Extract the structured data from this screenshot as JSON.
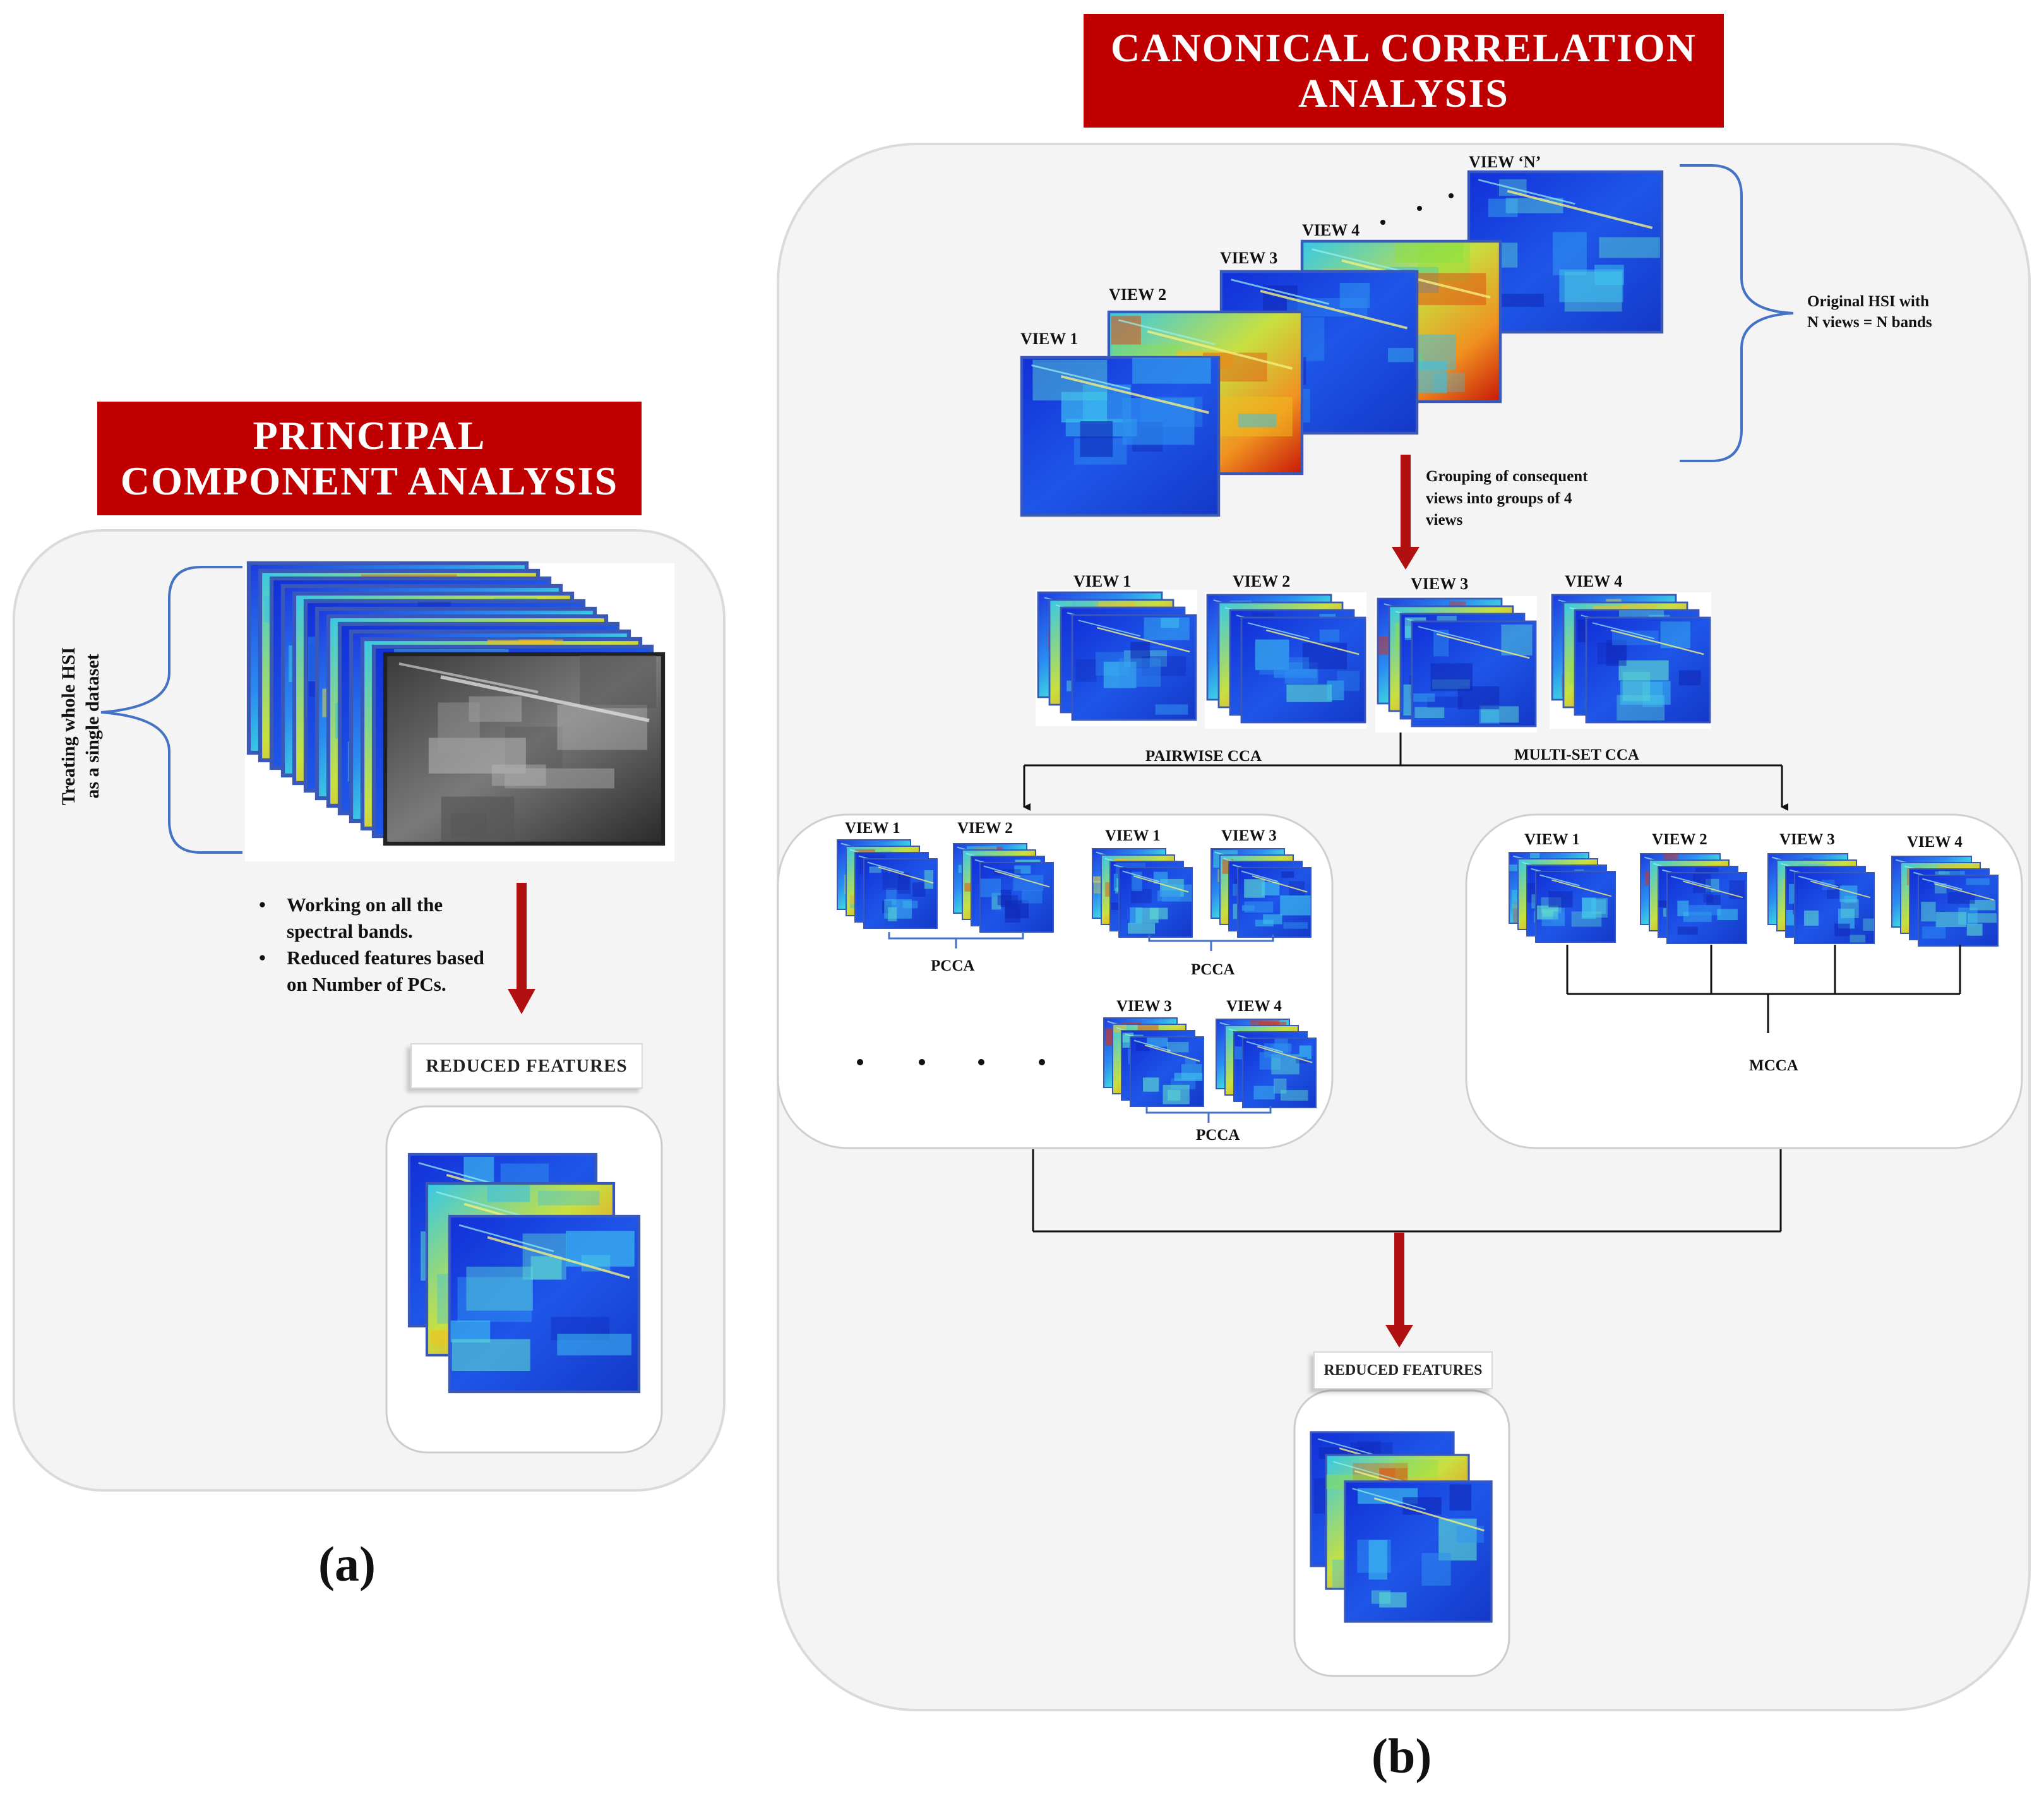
{
  "panel_a": {
    "title_line1": "PRINCIPAL",
    "title_line2": "COMPONENT ANALYSIS",
    "side_label_line1": "Treating whole HSI",
    "side_label_line2": "as a single dataset",
    "bullets": [
      {
        "line1": "Working on all the",
        "line2": "spectral bands."
      },
      {
        "line1": "Reduced features based",
        "line2": "on Number of PCs."
      }
    ],
    "reduced_label": "REDUCED FEATURES",
    "caption": "(a)"
  },
  "panel_b": {
    "title_line1": "CANONICAL CORRELATION",
    "title_line2": "ANALYSIS",
    "views": [
      "VIEW 1",
      "VIEW 2",
      "VIEW 3",
      "VIEW 4",
      "VIEW ‘N’"
    ],
    "original_note_line1": "Original HSI with",
    "original_note_line2": "N views = N bands",
    "grouping_note": [
      "Grouping of consequent",
      "views  into groups of 4",
      "views"
    ],
    "group_views": [
      "VIEW 1",
      "VIEW 2",
      "VIEW 3",
      "VIEW 4"
    ],
    "branch_pairwise": "PAIRWISE CCA",
    "branch_multiset": "MULTI-SET CCA",
    "pairs": [
      {
        "a": "VIEW 1",
        "b": "VIEW 2",
        "label": "PCCA"
      },
      {
        "a": "VIEW 1",
        "b": "VIEW 3",
        "label": "PCCA"
      },
      {
        "a": "VIEW 3",
        "b": "VIEW 4",
        "label": "PCCA"
      }
    ],
    "mcca_views": [
      "VIEW 1",
      "VIEW 2",
      "VIEW 3",
      "VIEW 4"
    ],
    "mcca_label": "MCCA",
    "reduced_label": "REDUCED FEATURES",
    "caption": "(b)"
  },
  "colors": {
    "title_red": "#c00000",
    "arrow_red": "#b01010",
    "bracket_blue": "#4472c4",
    "panel_fill": "#f4f4f4"
  }
}
